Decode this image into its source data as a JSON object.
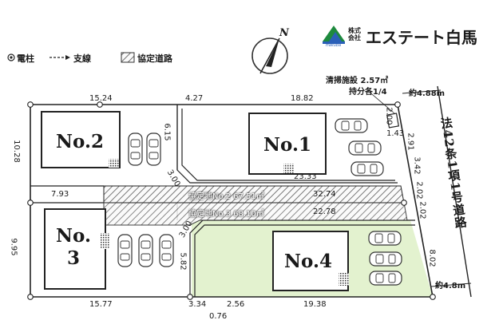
{
  "legend": {
    "pole_label": "電柱",
    "branch_line_label": "支線",
    "agreement_road_label": "協定道路"
  },
  "company": {
    "prefix_line1": "株式",
    "prefix_line2": "会社",
    "name": "エステート白馬",
    "logo_caption": "Hakuba"
  },
  "compass": {
    "north_label": "N"
  },
  "facility": {
    "name": "清掃施設 2.57㎡",
    "share": "持分各1/4"
  },
  "road": {
    "label": "法42条1項1号道路",
    "width_top": "約4.88m",
    "width_bottom": "約4.8m"
  },
  "lots": {
    "no1": "No.1",
    "no2": "No.2",
    "no3_line1": "No.",
    "no3_line2": "3",
    "no4": "No.4"
  },
  "agreement_roads": {
    "road2": "協定地No.2 67.51㎡",
    "road3": "協定地No.3 68.10㎡"
  },
  "dimensions": {
    "top_left": "15.24",
    "top_mid": "4.27",
    "top_right": "18.82",
    "left_upper": "10.28",
    "left_lower": "9.95",
    "road_left": "7.93",
    "road2_len": "32.74",
    "road3_len": "22.78",
    "lot1_bottom": "23.33",
    "lot1_side": "6.15",
    "chamfer_upper": "3.00",
    "chamfer_lower": "3.00",
    "lot4_side": "5.82",
    "bottom_left": "15.77",
    "bottom_a": "3.34",
    "bottom_b": "2.56",
    "bottom_c": "0.76",
    "bottom_right": "19.38",
    "right_a": "2.00",
    "right_b": "1.43",
    "right_c": "2.91",
    "right_d": "3.42",
    "right_e": "2.02",
    "right_f": "2.02",
    "right_g": "8.02"
  }
}
